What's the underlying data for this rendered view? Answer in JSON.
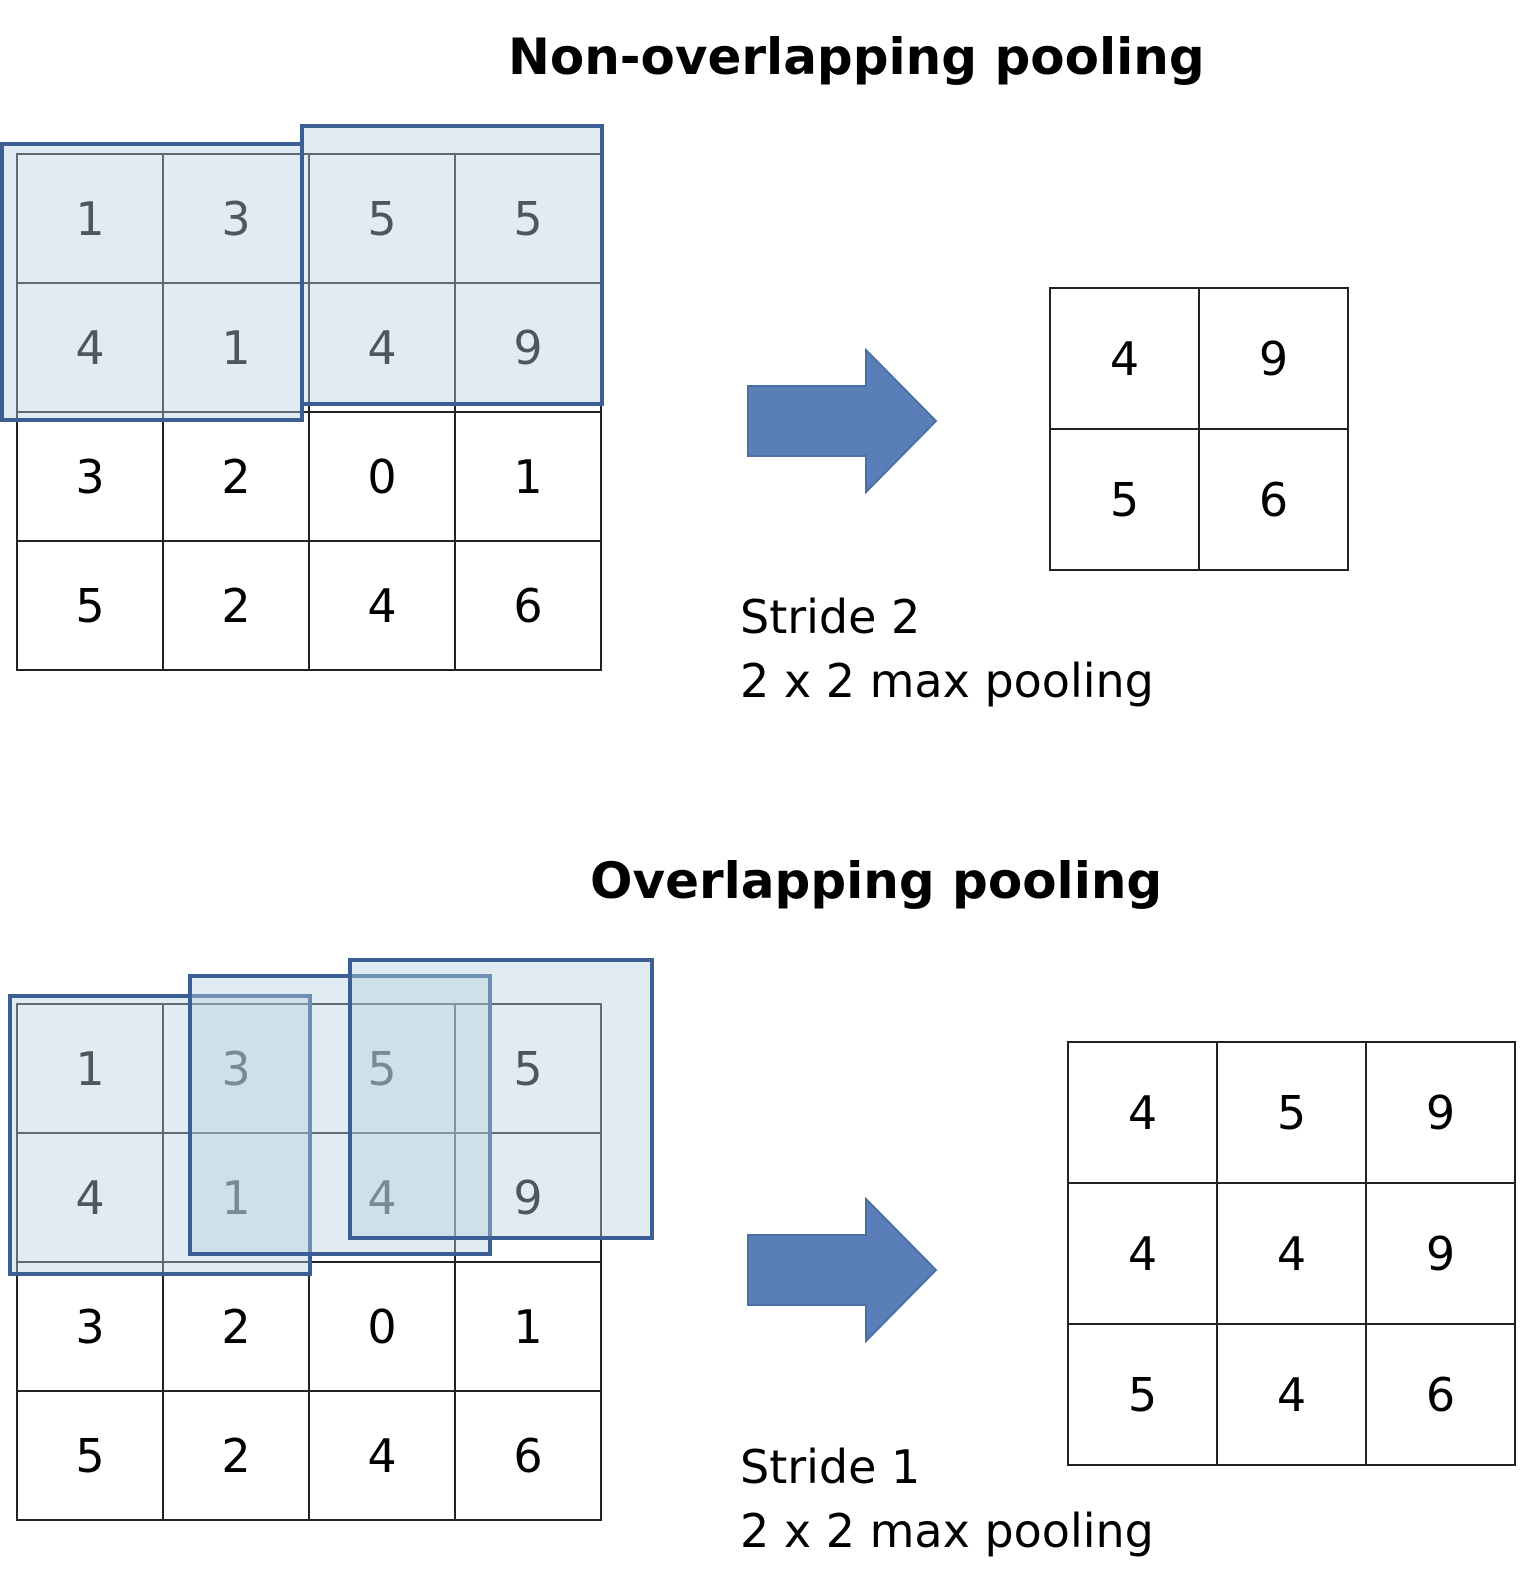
{
  "non_overlapping": {
    "title": "Non-overlapping pooling",
    "input": [
      [
        1,
        3,
        5,
        5
      ],
      [
        4,
        1,
        4,
        9
      ],
      [
        3,
        2,
        0,
        1
      ],
      [
        5,
        2,
        4,
        6
      ]
    ],
    "output": [
      [
        4,
        9
      ],
      [
        5,
        6
      ]
    ],
    "stride_label": "Stride 2",
    "pool_label": "2 x 2 max pooling"
  },
  "overlapping": {
    "title": "Overlapping pooling",
    "input": [
      [
        1,
        3,
        5,
        5
      ],
      [
        4,
        1,
        4,
        9
      ],
      [
        3,
        2,
        0,
        1
      ],
      [
        5,
        2,
        4,
        6
      ]
    ],
    "output": [
      [
        4,
        5,
        9
      ],
      [
        4,
        4,
        9
      ],
      [
        5,
        4,
        6
      ]
    ],
    "stride_label": "Stride 1",
    "pool_label": "2 x 2 max pooling"
  },
  "colors": {
    "window_border": "#3b5e94",
    "window_fill": "#b4d2de",
    "arrow": "#5a7fb8",
    "grid_line": "#222222"
  }
}
